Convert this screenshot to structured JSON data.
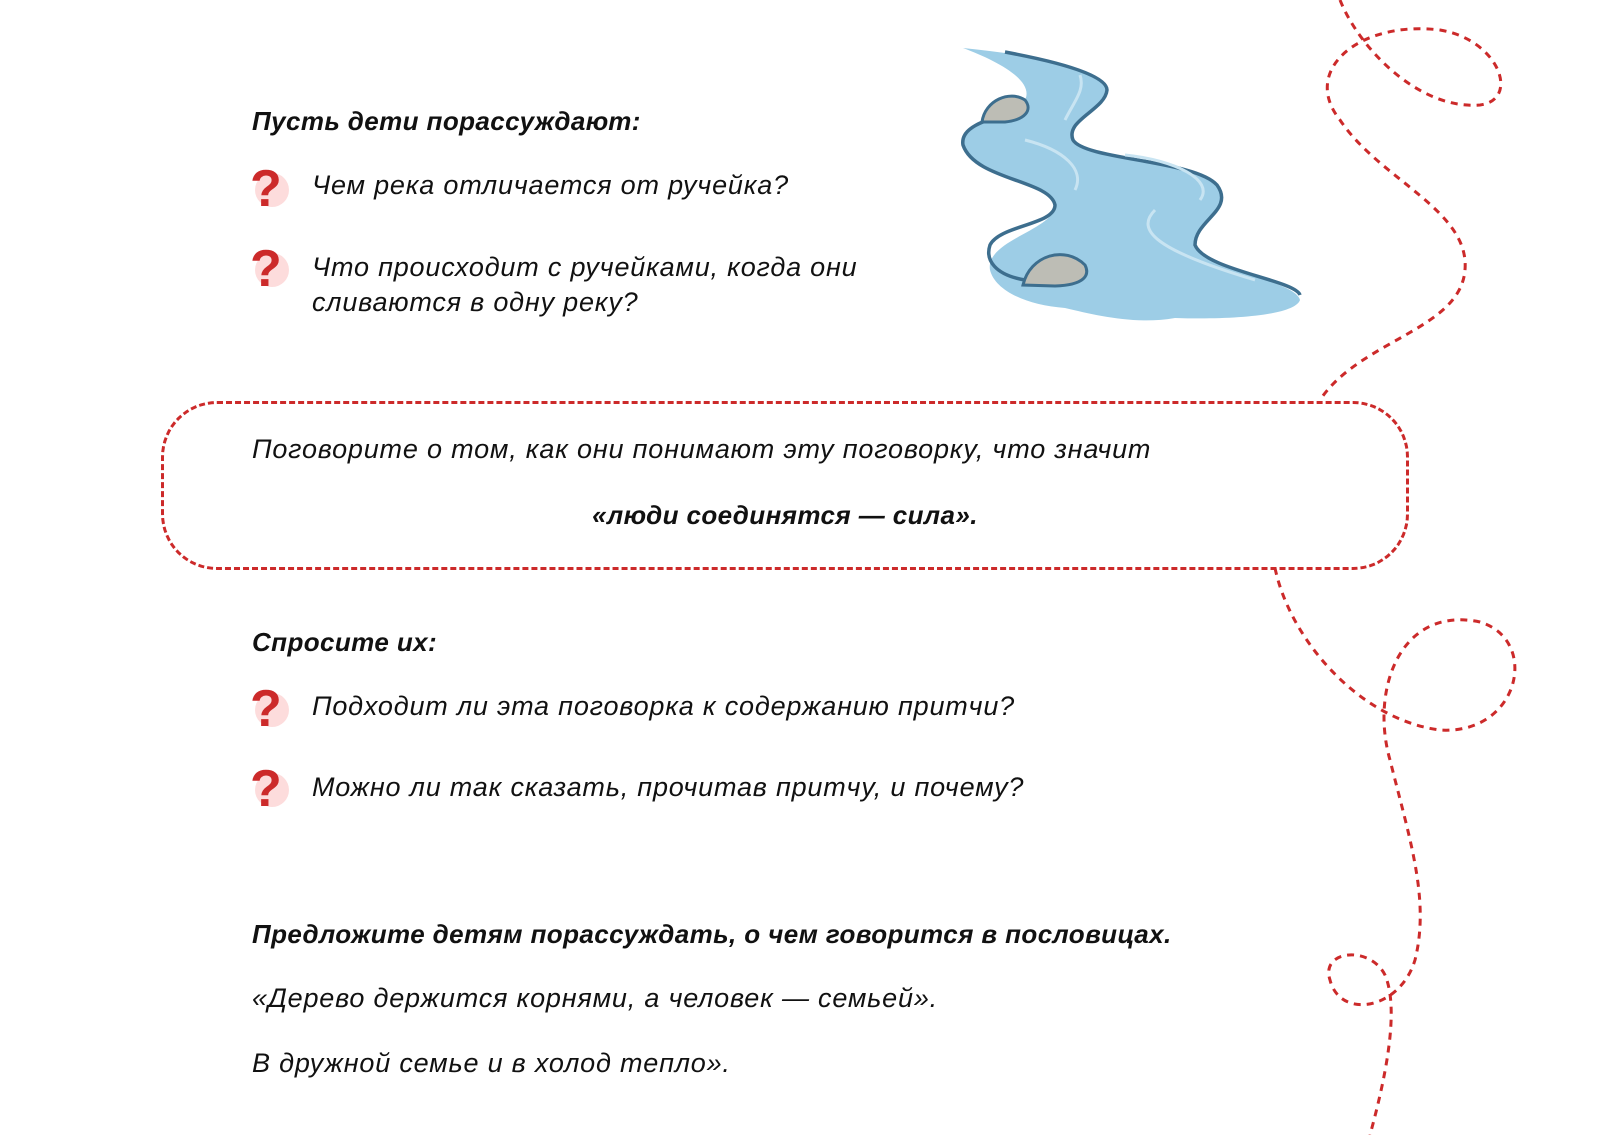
{
  "section1": {
    "heading": "Пусть дети порассуждают:",
    "questions": [
      "Чем река отличается от ручейка?",
      "Что происходит с ручейками, когда они сливаются в одну реку?"
    ]
  },
  "callout": {
    "text": "Поговорите о том, как они понимают эту поговорку, что значит",
    "saying": "«люди соединятся — сила»."
  },
  "section2": {
    "heading": "Спросите их:",
    "questions": [
      "Подходит ли эта поговорка к содержанию притчи?",
      "Можно ли так сказать, прочитав притчу, и почему?"
    ]
  },
  "section3": {
    "heading": "Предложите детям порассуждать, о чем говорится в пословицах.",
    "proverbs": [
      "«Дерево держится корнями, а человек — семьей».",
      "В дружной семье и в холод тепло»."
    ]
  },
  "colors": {
    "accent": "#cc2a2a",
    "question_bg": "#fddcdc",
    "river": "#9dcde6",
    "river_outline": "#3d6e8e"
  }
}
